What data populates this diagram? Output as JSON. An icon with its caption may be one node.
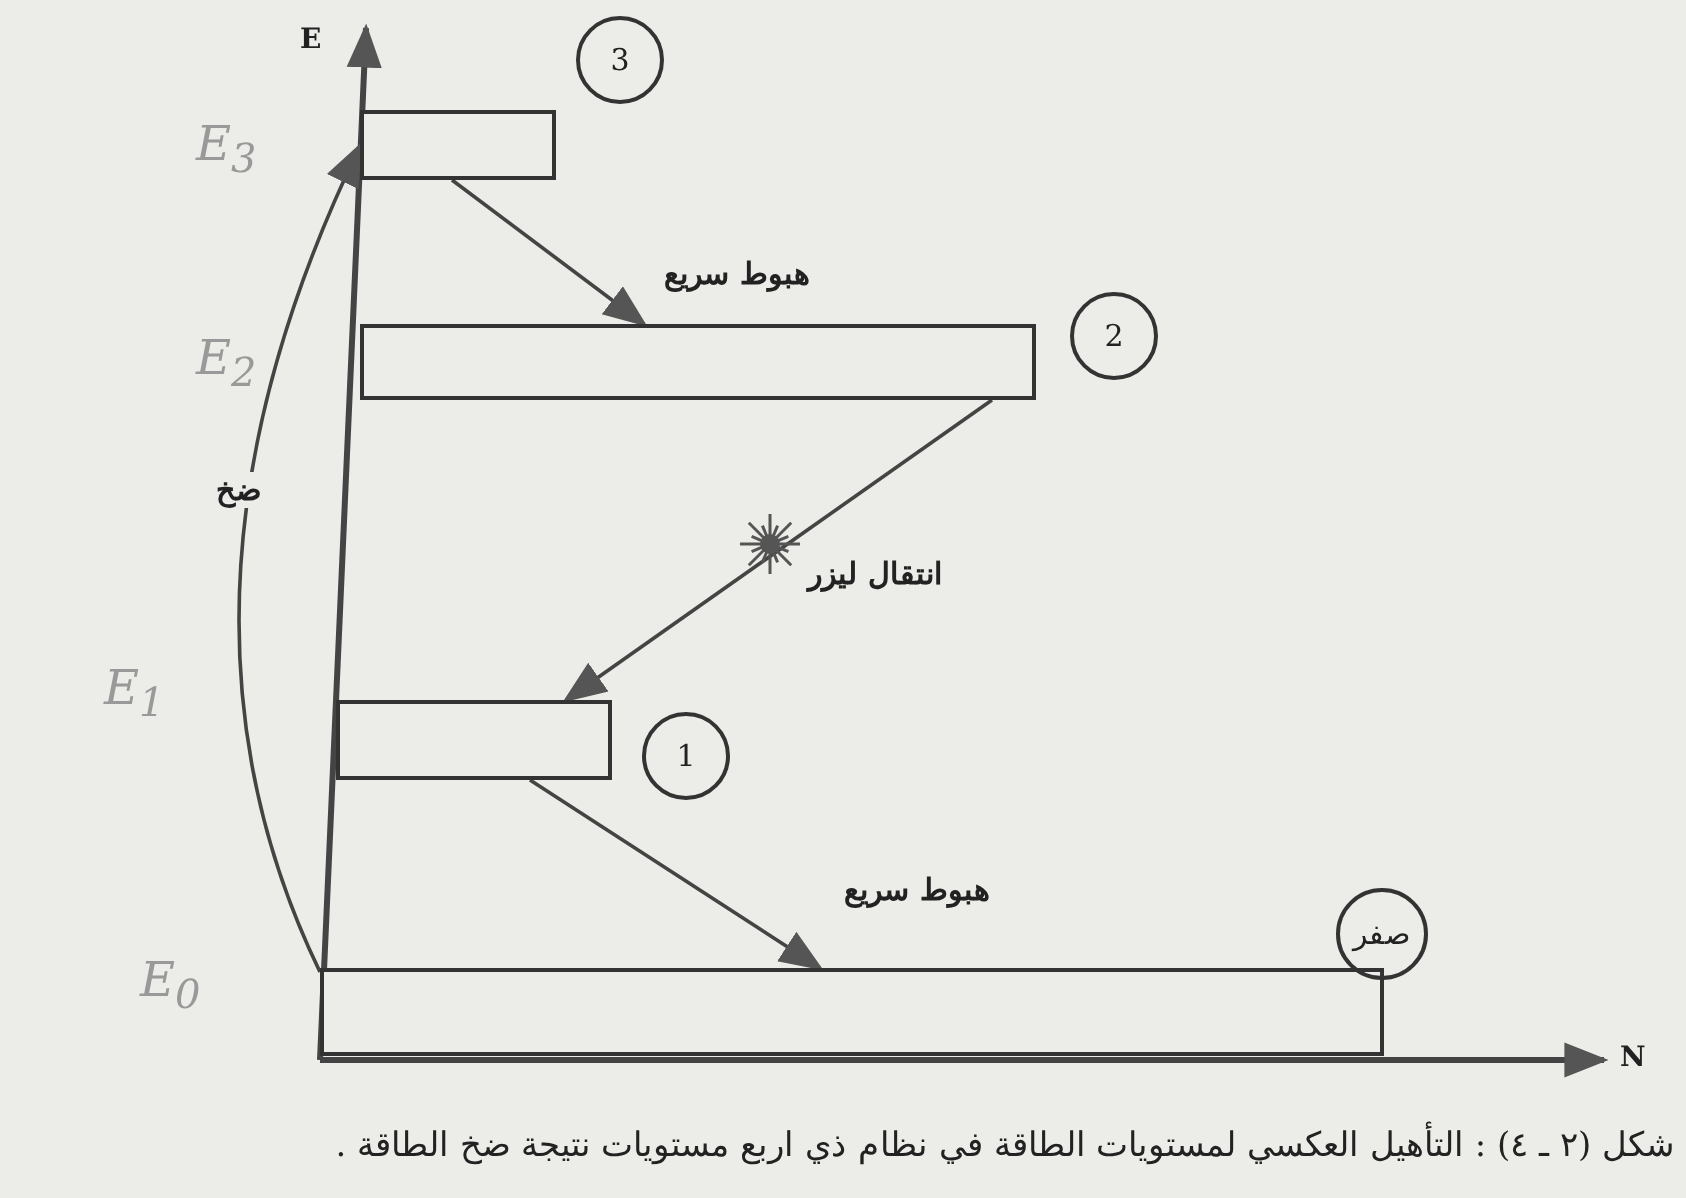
{
  "diagram": {
    "caption": "شكل (٢ ـ ٤) : التأهيل العكسي لمستويات الطاقة في نظام ذي اربع مستويات نتيجة ضخ الطاقة .",
    "nodes": [
      {
        "text": [
          "3"
        ]
      },
      {
        "text": [],
        "shape": "bar",
        "beside": [
          "E$_{3}$"
        ]
      },
      {
        "text": [],
        "shape": "bar",
        "beside": [
          "E$_{2}$"
        ]
      },
      {
        "text": [
          "2"
        ]
      },
      {
        "text": [],
        "shape": "bar",
        "beside": [
          "E$_{1}$"
        ]
      },
      {
        "text": [
          "1"
        ]
      },
      {
        "text": [],
        "shape": "bar",
        "beside": [
          "E$_{0}$"
        ]
      },
      {
        "text": [
          "صفر"
        ]
      }
    ],
    "edges": [
      {
        "from": 1,
        "to": 2,
        "arrow": "to",
        "label": "هبوط سريع"
      },
      {
        "from": 2,
        "to": 4,
        "arrow": "to",
        "label": "انتقال ليزر"
      },
      {
        "from": 4,
        "to": 6,
        "arrow": "to",
        "label": "هبوط سريع"
      },
      {
        "from": 6,
        "to": 1,
        "arrow": "to",
        "label": "ضخ"
      }
    ],
    "labels": [
      "E",
      "N"
    ]
  }
}
